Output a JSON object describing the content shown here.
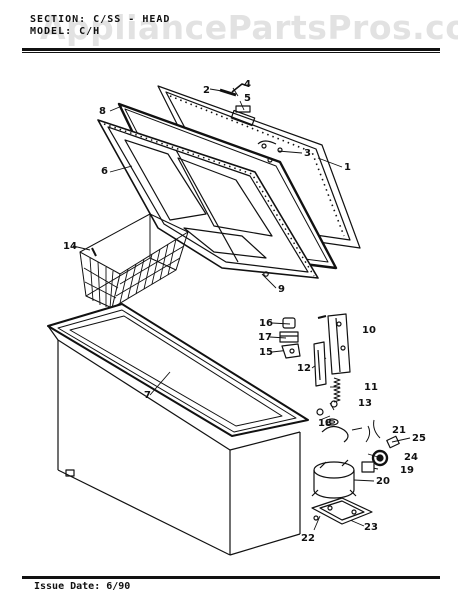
{
  "header": {
    "section_text": "SECTION: C/SS - HEAD",
    "model_text": "MODEL: C/H"
  },
  "footer": {
    "issue_text": "Issue Date: 6/90"
  },
  "watermark": {
    "text": "AppliancePartsPros.com"
  },
  "callouts": [
    {
      "id": "1",
      "part": "lid"
    },
    {
      "id": "2",
      "part": "handle"
    },
    {
      "id": "3",
      "part": "hinge-screws"
    },
    {
      "id": "4",
      "part": "lock-key"
    },
    {
      "id": "5",
      "part": "lock"
    },
    {
      "id": "6",
      "part": "lid-liner"
    },
    {
      "id": "7",
      "part": "cabinet-gasket-breaker"
    },
    {
      "id": "8",
      "part": "lid-gasket"
    },
    {
      "id": "9",
      "part": "screw"
    },
    {
      "id": "10",
      "part": "control-bracket"
    },
    {
      "id": "11",
      "part": "spring"
    },
    {
      "id": "12",
      "part": "hinge"
    },
    {
      "id": "13",
      "part": "washer"
    },
    {
      "id": "14",
      "part": "basket"
    },
    {
      "id": "15",
      "part": "light-assembly"
    },
    {
      "id": "16",
      "part": "knob"
    },
    {
      "id": "17",
      "part": "switch"
    },
    {
      "id": "18",
      "part": "grommet"
    },
    {
      "id": "19",
      "part": "fan-motor"
    },
    {
      "id": "20",
      "part": "compressor"
    },
    {
      "id": "21",
      "part": "wire"
    },
    {
      "id": "22",
      "part": "screw"
    },
    {
      "id": "23",
      "part": "base-plate"
    },
    {
      "id": "24",
      "part": "fan-blade"
    },
    {
      "id": "25",
      "part": "relay"
    }
  ]
}
